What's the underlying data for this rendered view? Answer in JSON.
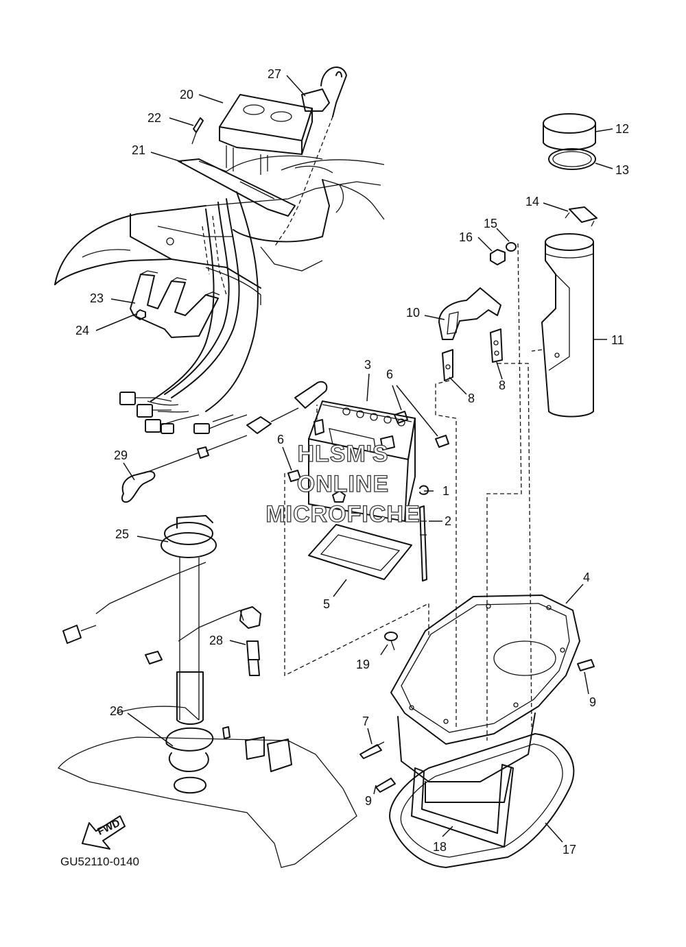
{
  "diagram": {
    "code": "GU52110-0140",
    "watermark": [
      "HLSM'S",
      "ONLINE",
      "MICROFICHE"
    ],
    "fwd_label": "FWD",
    "callouts": [
      "1",
      "2",
      "3",
      "4",
      "5",
      "6",
      "6",
      "7",
      "8",
      "8",
      "9",
      "9",
      "10",
      "11",
      "12",
      "13",
      "14",
      "15",
      "16",
      "17",
      "18",
      "19",
      "20",
      "21",
      "22",
      "23",
      "24",
      "25",
      "26",
      "27",
      "28",
      "29"
    ]
  }
}
